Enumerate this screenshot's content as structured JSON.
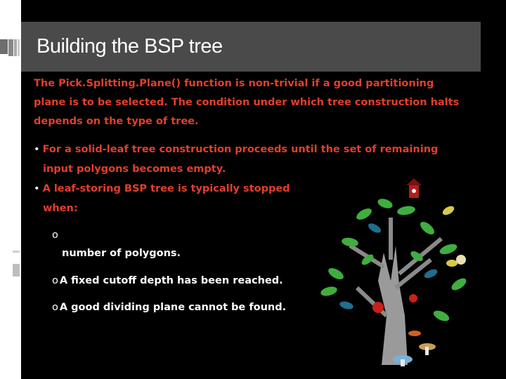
{
  "slide": {
    "title": "Building the BSP tree",
    "intro": "The Pick.Splitting.Plane() function is non-trivial if a good partitioning plane is to be selected. The condition under which tree construction halts depends on the type of tree.",
    "bullets": [
      {
        "line1": "For a solid-leaf tree construction proceeds until the set of remaining",
        "line2": "input polygons becomes empty."
      },
      {
        "line1": "A leaf-storing BSP tree is typically stopped",
        "line2": "when:"
      }
    ],
    "sub_bullets": [
      {
        "text": "number of polygons."
      },
      {
        "text": "A fixed cutoff depth has been reached."
      },
      {
        "text": "A good dividing plane cannot be found."
      }
    ],
    "bullet_marker": "•",
    "sub_marker": "o",
    "illustration": "tree-illustration"
  },
  "colors": {
    "background": "#000000",
    "title_bar": "#4a4a4a",
    "body_text": "#e23f2b",
    "sub_text": "#ffffff"
  }
}
